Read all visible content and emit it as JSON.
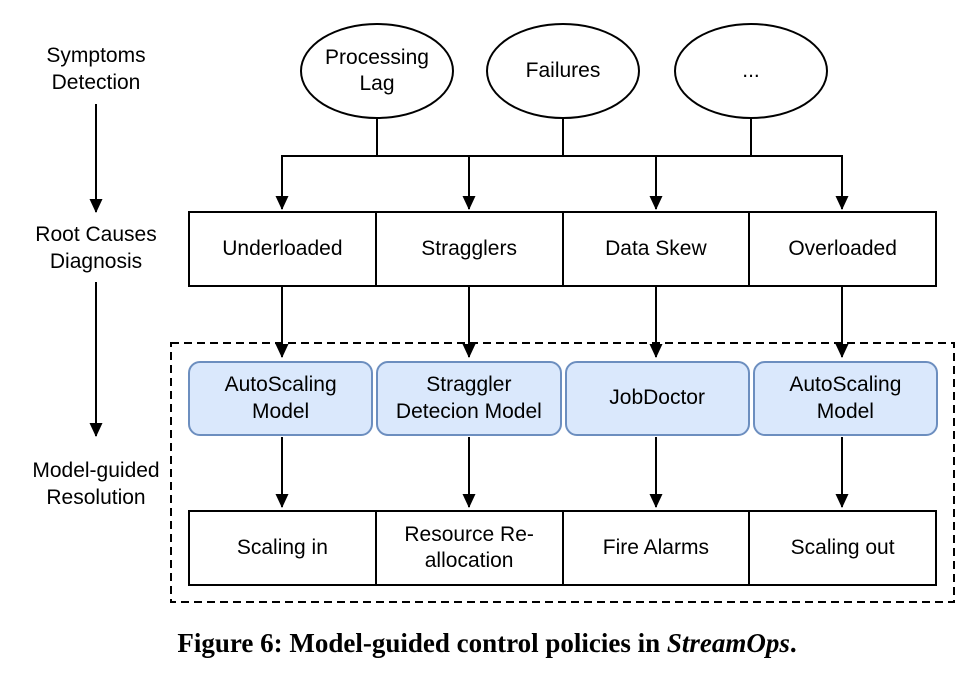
{
  "figure": {
    "stages": [
      {
        "label": "Symptoms Detection"
      },
      {
        "label": "Root Causes Diagnosis"
      },
      {
        "label": "Model-guided Resolution"
      }
    ],
    "symptoms": [
      "Processing Lag",
      "Failures",
      "..."
    ],
    "root_causes": [
      "Underloaded",
      "Stragglers",
      "Data Skew",
      "Overloaded"
    ],
    "models": [
      "AutoScaling Model",
      "Straggler Detecion Model",
      "JobDoctor",
      "AutoScaling Model"
    ],
    "resolutions": [
      "Scaling in",
      "Resource Re-allocation",
      "Fire Alarms",
      "Scaling out"
    ],
    "colors": {
      "line": "#000000",
      "model_fill": "#dae8fc",
      "model_border": "#6c8ebf",
      "background": "#ffffff"
    }
  },
  "caption": {
    "prefix": "Figure 6: Model-guided control policies in ",
    "emphasis": "StreamOps",
    "suffix": "."
  }
}
